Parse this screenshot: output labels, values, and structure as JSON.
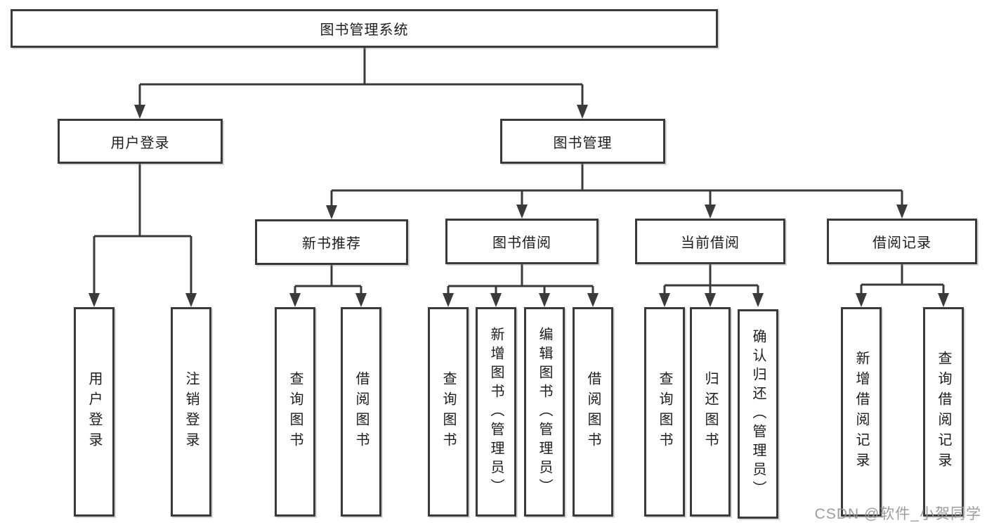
{
  "watermark": "CSDN @软件_小贺同学",
  "diagram": {
    "type": "hierarchy-tree",
    "root": {
      "label": "图书管理系统"
    },
    "branches": [
      {
        "label": "用户登录",
        "leaves": [
          {
            "label": "用户登录"
          },
          {
            "label": "注销登录"
          }
        ]
      },
      {
        "label": "图书管理",
        "groups": [
          {
            "label": "新书推荐",
            "leaves": [
              {
                "label": "查询图书"
              },
              {
                "label": "借阅图书"
              }
            ]
          },
          {
            "label": "图书借阅",
            "leaves": [
              {
                "label": "查询图书"
              },
              {
                "label": "新增图书（管理员）"
              },
              {
                "label": "编辑图书（管理员）"
              },
              {
                "label": "借阅图书"
              }
            ]
          },
          {
            "label": "当前借阅",
            "leaves": [
              {
                "label": "查询图书"
              },
              {
                "label": "归还图书"
              },
              {
                "label": "确认归还（管理员）"
              }
            ]
          },
          {
            "label": "借阅记录",
            "leaves": [
              {
                "label": "新增借阅记录"
              },
              {
                "label": "查询借阅记录"
              }
            ]
          }
        ]
      }
    ]
  }
}
